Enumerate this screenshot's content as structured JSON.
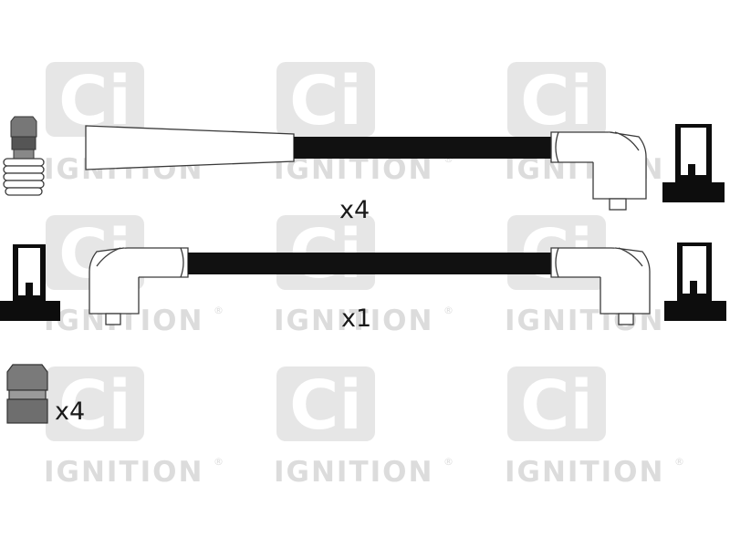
{
  "watermark": {
    "logo_text": "Ci",
    "brand": "IGNITION",
    "registered": "®"
  },
  "quantities": {
    "lead_long": "x4",
    "lead_coil": "x1",
    "boot": "x4"
  },
  "colors": {
    "cable": "#111111",
    "outline": "#3a3a3a",
    "watermark": "#dcdcdc",
    "boot_fill": "#7a7a7a"
  }
}
